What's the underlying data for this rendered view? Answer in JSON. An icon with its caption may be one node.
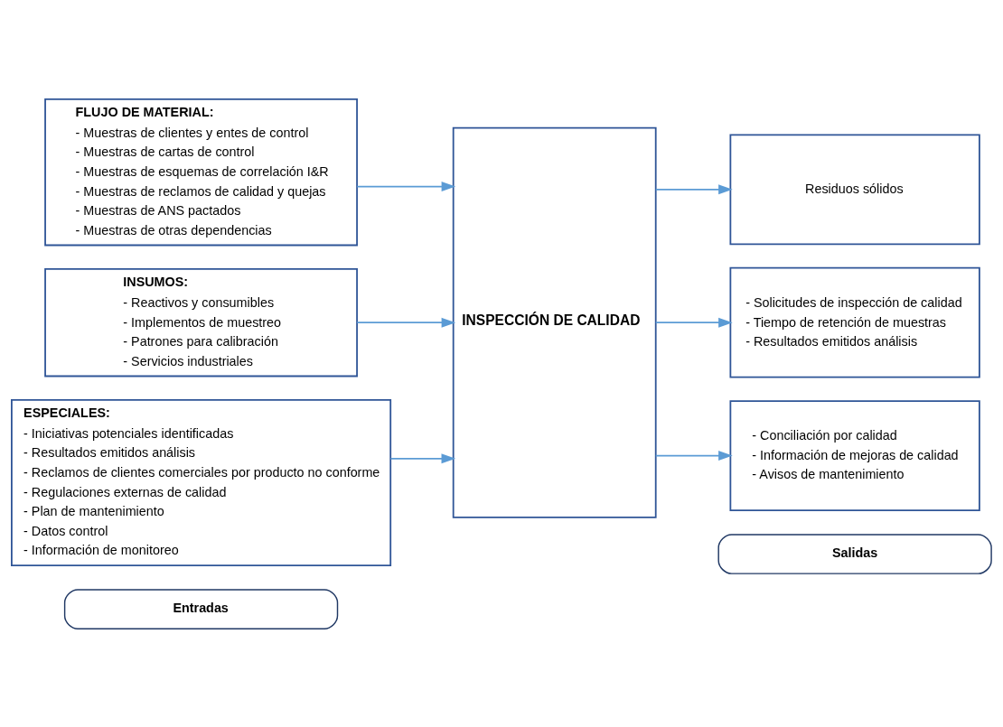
{
  "diagram": {
    "nodes": [
      {
        "text": [
          "FLUJO DE MATERIAL:",
          "- Muestras de clientes y entes de control",
          "- Muestras de cartas de control",
          "- Muestras de esquemas de correlación I&R",
          "- Muestras de reclamos de calidad y quejas",
          "- Muestras de ANS pactados",
          "- Muestras de otras dependencias"
        ]
      },
      {
        "text": [
          "INSUMOS:",
          "- Reactivos y consumibles",
          "- Implementos de muestreo",
          "- Patrones para calibración",
          "- Servicios industriales"
        ]
      },
      {
        "text": [
          "ESPECIALES:",
          "- Iniciativas potenciales identificadas",
          "- Resultados emitidos análisis",
          "- Reclamos de clientes comerciales por producto no conforme",
          "- Regulaciones externas de calidad",
          "- Plan de mantenimiento",
          "- Datos control",
          "- Información de monitoreo"
        ]
      },
      {
        "text": [
          "INSPECCIÓN DE CALIDAD"
        ]
      },
      {
        "text": [
          "Residuos sólidos"
        ]
      },
      {
        "text": [
          "- Solicitudes de inspección de calidad",
          "- Tiempo de retención de muestras",
          "- Resultados emitidos análisis"
        ]
      },
      {
        "text": [
          "- Conciliación por calidad",
          "- Información de mejoras de calidad",
          "- Avisos de mantenimiento"
        ]
      },
      {
        "text": [
          "Entradas"
        ]
      },
      {
        "text": [
          "Salidas"
        ]
      }
    ],
    "edges": [
      {
        "from": 0,
        "to": 3,
        "arrow": "to"
      },
      {
        "from": 1,
        "to": 3,
        "arrow": "to"
      },
      {
        "from": 2,
        "to": 3,
        "arrow": "to"
      },
      {
        "from": 3,
        "to": 4,
        "arrow": "to"
      },
      {
        "from": 3,
        "to": 5,
        "arrow": "to"
      },
      {
        "from": 3,
        "to": 6,
        "arrow": "to"
      }
    ]
  }
}
